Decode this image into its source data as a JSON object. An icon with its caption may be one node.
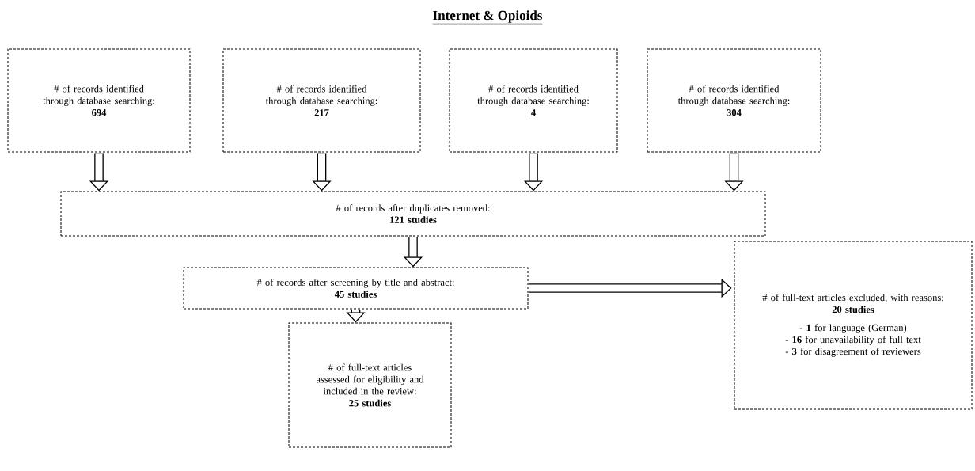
{
  "diagram": {
    "title": "Internet & Opioids",
    "nodes": [
      {
        "text": [
          "# of records identified through database searching:",
          "694"
        ]
      },
      {
        "text": [
          "# of records identified through database searching:",
          "217"
        ]
      },
      {
        "text": [
          "# of records identified through database searching:",
          "4"
        ]
      },
      {
        "text": [
          "# of records identified through database searching:",
          "304"
        ]
      },
      {
        "text": [
          "# of records after duplicates removed:",
          "121 studies"
        ]
      },
      {
        "text": [
          "# of records after screening by title and abstract:",
          "45 studies"
        ]
      },
      {
        "text": [
          "# of full-text articles assessed for eligibility and included in the review:",
          "25 studies"
        ]
      },
      {
        "text": [
          "# of full-text articles excluded, with reasons:",
          "20 studies",
          "- **1** for language (German)",
          "- **16** for unavailability of full text",
          "- **3** for disagreement of reviewers"
        ]
      }
    ],
    "edges": [
      {
        "from": 0,
        "to": 4,
        "arrow": "to"
      },
      {
        "from": 1,
        "to": 4,
        "arrow": "to"
      },
      {
        "from": 2,
        "to": 4,
        "arrow": "to"
      },
      {
        "from": 3,
        "to": 4,
        "arrow": "to"
      },
      {
        "from": 4,
        "to": 5,
        "arrow": "to"
      },
      {
        "from": 5,
        "to": 7,
        "arrow": "to"
      },
      {
        "from": 5,
        "to": 6,
        "arrow": "to"
      }
    ]
  }
}
